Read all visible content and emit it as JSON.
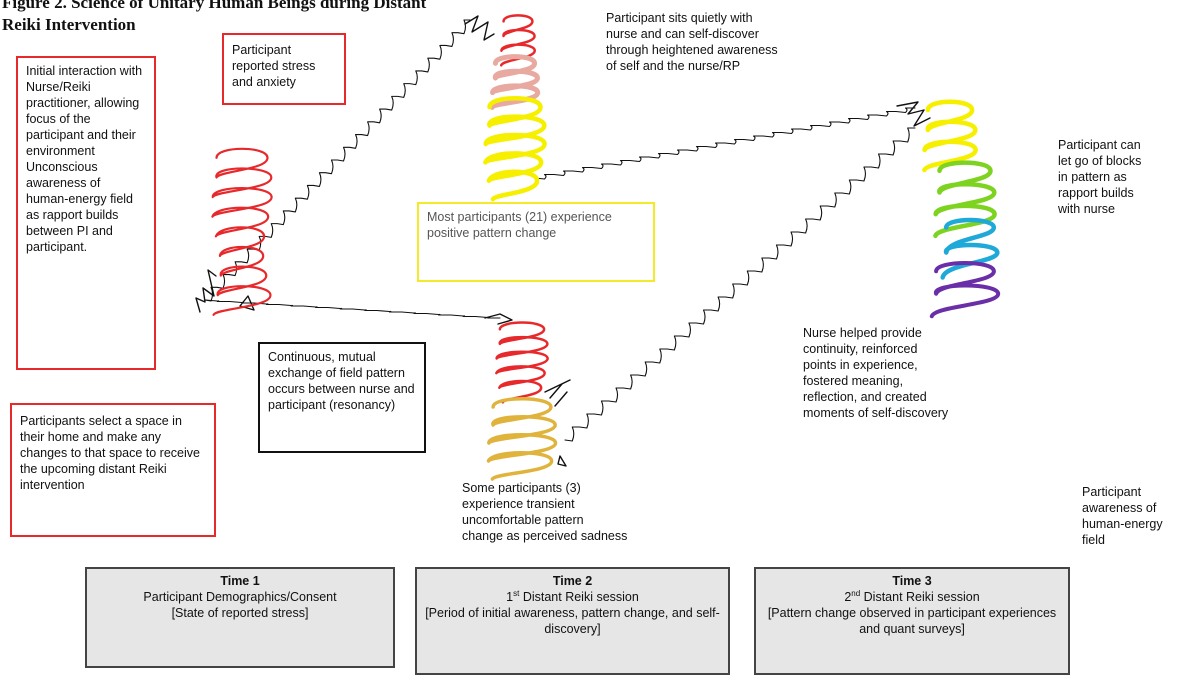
{
  "figure": {
    "title": "Figure 2. Science of Unitary Human Beings during Distant\nReiki Intervention"
  },
  "boxes": {
    "initial_interaction": "Initial interaction with Nurse/Reiki practitioner, allowing focus of the participant and their environment Unconscious awareness of human-energy field as rapport builds between PI and participant.",
    "participants_select": "Participants select a space in their home and make any changes to that space to receive the upcoming distant Reiki intervention",
    "reported_stress": "Participant reported stress and anxiety",
    "continuous_exchange": "Continuous, mutual exchange of field pattern occurs between nurse and participant (resonancy)",
    "most_participants": "Most participants (21) experience positive pattern change"
  },
  "notes": {
    "sits_quietly": "Participant sits quietly with\nnurse and can self-discover\nthrough heightened awareness\nof self and the nurse/RP",
    "let_go": "Participant can\nlet go of blocks\nin pattern as\nrapport builds\nwith nurse",
    "nurse_helped": "Nurse helped provide\ncontinuity, reinforced\npoints in experience,\nfostered meaning,\nreflection, and created\nmoments of self-discovery",
    "some_participants": "Some participants (3)\nexperience transient\nuncomfortable pattern\nchange as perceived sadness",
    "awareness": "Participant\nawareness of\nhuman-energy\nfield"
  },
  "timeline": {
    "time1": {
      "title": "Time 1",
      "line1": "Participant Demographics/Consent",
      "line2": "[State of reported stress]"
    },
    "time2": {
      "title": "Time 2",
      "ordinal": "1",
      "sup": "st",
      "session": " Distant Reiki session",
      "line2": "[Period of initial awareness, pattern change, and self-discovery]"
    },
    "time3": {
      "title": "Time 3",
      "ordinal": "2",
      "sup": "nd",
      "session": " Distant Reiki session",
      "line2": "[Pattern change observed in participant experiences and quant surveys]"
    }
  },
  "colors": {
    "red": "#e8292c",
    "pink": "#e8a9a0",
    "yellow": "#f6f000",
    "gold": "#e0b43c",
    "green": "#7ed321",
    "teal": "#1fa9d9",
    "purple": "#6a2ea8",
    "line": "#111111"
  }
}
